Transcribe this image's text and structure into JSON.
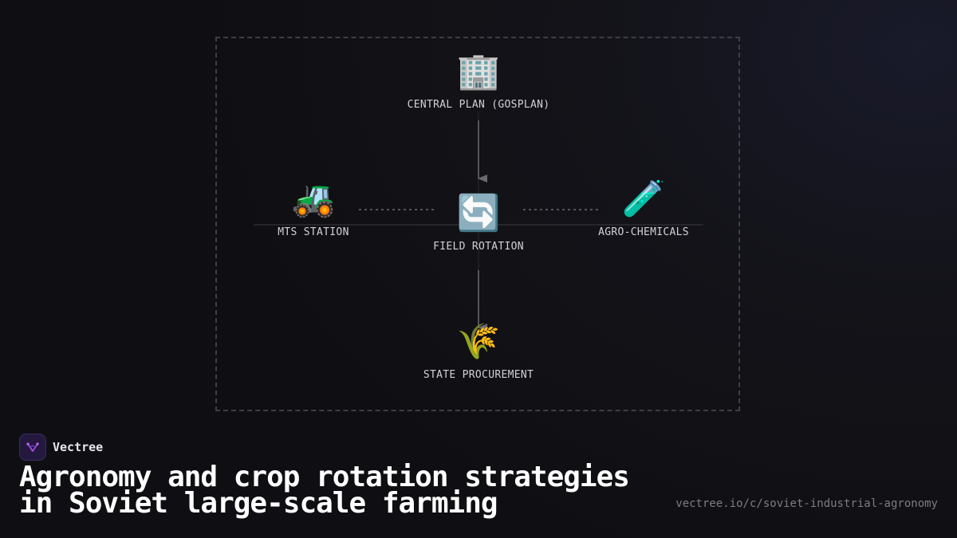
{
  "diagram": {
    "nodes": [
      {
        "id": "central-plan",
        "emoji": "🏢",
        "icon": "office-building-icon",
        "label": "CENTRAL PLAN (GOSPLAN)"
      },
      {
        "id": "mts-station",
        "emoji": "🚜",
        "icon": "tractor-icon",
        "label": "MTS STATION"
      },
      {
        "id": "field-rotation",
        "emoji": "🔄",
        "icon": "rotation-arrows-icon",
        "label": "FIELD ROTATION"
      },
      {
        "id": "agro-chemicals",
        "emoji": "🧪",
        "icon": "test-tube-icon",
        "label": "AGRO-CHEMICALS"
      },
      {
        "id": "state-procurement",
        "emoji": "🌾",
        "icon": "sheaf-of-rice-icon",
        "label": "STATE PROCUREMENT"
      }
    ],
    "edges": [
      {
        "from": "central-plan",
        "to": "field-rotation",
        "style": "solid-arrow"
      },
      {
        "from": "field-rotation",
        "to": "state-procurement",
        "style": "solid-arrow"
      },
      {
        "from": "mts-station",
        "to": "field-rotation",
        "style": "dotted"
      },
      {
        "from": "agro-chemicals",
        "to": "field-rotation",
        "style": "dotted"
      }
    ]
  },
  "footer": {
    "brand_name": "Vectree",
    "title": "Agronomy and crop rotation strategies in Soviet large-scale farming",
    "url": "vectree.io/c/soviet-industrial-agronomy"
  },
  "colors": {
    "background": "#0f0f13",
    "frame_border": "#3e3e44",
    "connector": "#6a6a70",
    "label": "#d2d2d6",
    "brand_logo": "#24183f",
    "brand_accent": "#a04ee0"
  }
}
